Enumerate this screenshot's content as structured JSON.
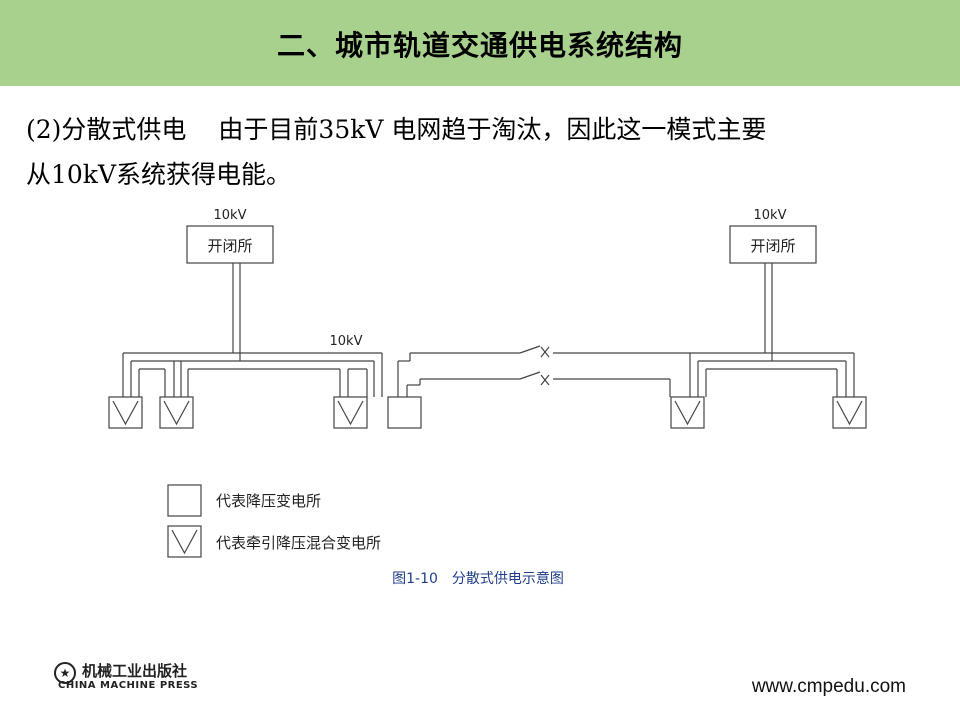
{
  "slide": {
    "title": "二、城市轨道交通供电系统结构",
    "paragraph": {
      "heading": "(2)分散式供电",
      "line1": "由于目前35kV 电网趋于淘汰，因此这一模式主要",
      "line2": "从10kV系统获得电能。"
    }
  },
  "diagram": {
    "left_source_voltage": "10kV",
    "left_switching_station": "开闭所",
    "mid_voltage": "10kV",
    "right_source_voltage": "10kV",
    "right_switching_station": "开闭所",
    "legend": {
      "step_down": "代表降压变电所",
      "traction_mixed": "代表牵引降压混合变电所"
    },
    "caption": "图1-10　分散式供电示意图"
  },
  "footer": {
    "publisher_cn": "机械工业出版社",
    "publisher_en": "CHINA MACHINE PRESS",
    "website": "www.cmpedu.com"
  },
  "colors": {
    "title_bar": "#a9d18e",
    "line": "#444444"
  }
}
